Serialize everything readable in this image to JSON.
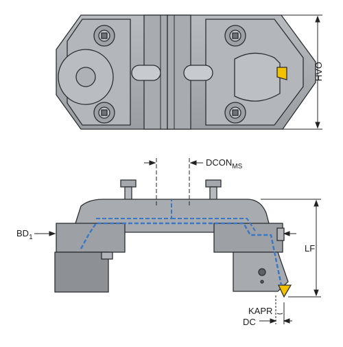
{
  "labels": {
    "oah": "OAH",
    "dcon_main": "DCON",
    "dcon_sub": "MS",
    "bd_main": "BD",
    "bd_sub": "1",
    "lf": "LF",
    "kapr": "KAPR",
    "dc": "DC"
  },
  "colors": {
    "body": "#a3a7ac",
    "body_light": "#c4c8cc",
    "body_dark": "#7e8388",
    "outline": "#2b2d30",
    "coolant": "#3a78c4",
    "insert": "#f2c200",
    "dimension": "#222222"
  }
}
